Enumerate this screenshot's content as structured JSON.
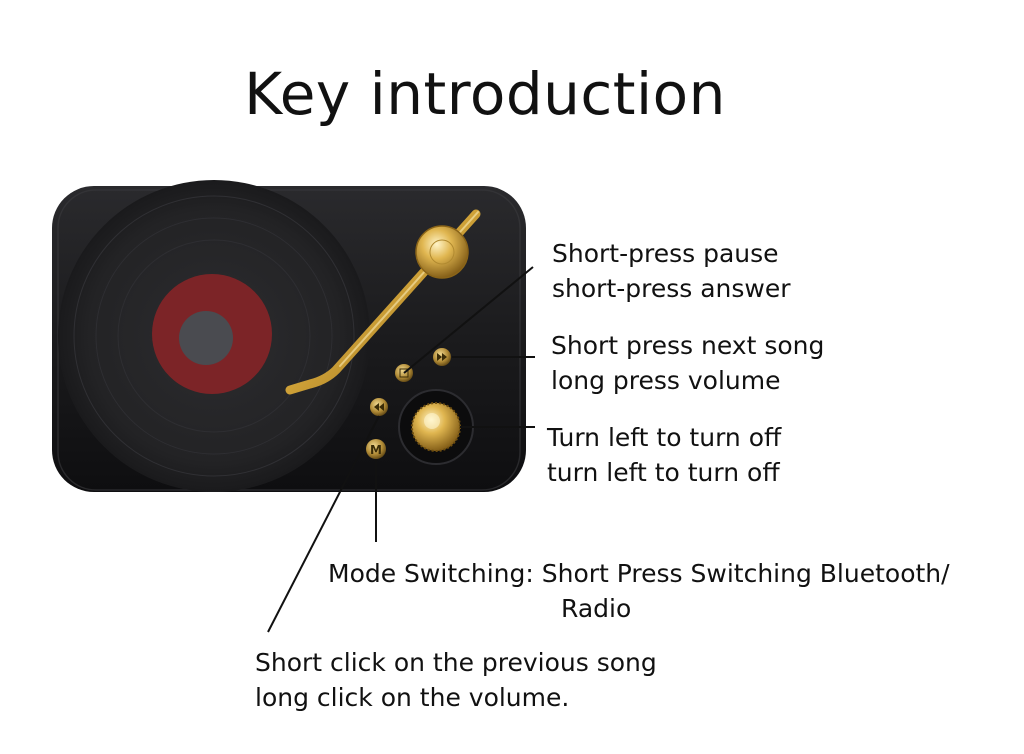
{
  "title": "Key introduction",
  "labels": {
    "pause": [
      "Short-press pause",
      "short-press answer"
    ],
    "next": [
      "Short press next song",
      "long press volume"
    ],
    "knob": [
      "Turn left to turn off",
      "turn left to turn off"
    ],
    "mode": [
      "Mode Switching: Short Press Switching Bluetooth/",
      "Radio"
    ],
    "prev": [
      "Short click on the previous song",
      "long click on the volume."
    ]
  },
  "buttons": {
    "mode_letter": "M"
  },
  "colors": {
    "body": "#1a1a1c",
    "record": "#262628",
    "label_red": "#7c2427",
    "spindle": "#4a4b50",
    "gold": "#d4a63a",
    "text": "#111111"
  }
}
